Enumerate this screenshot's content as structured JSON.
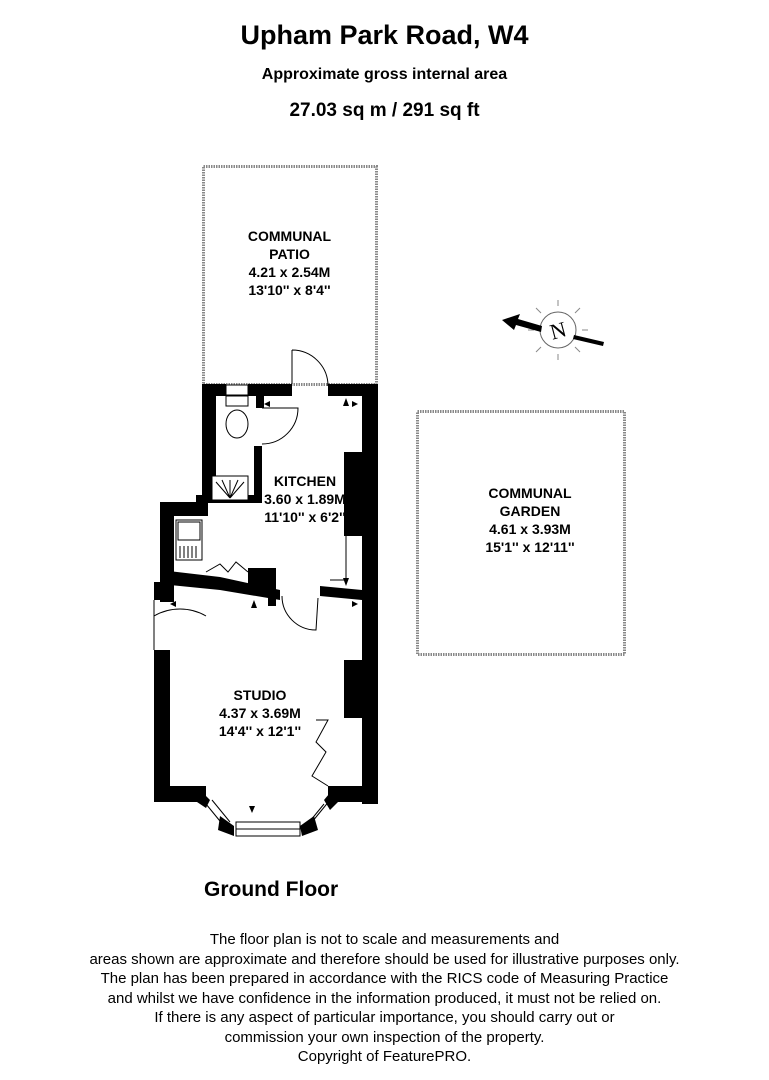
{
  "header": {
    "title": "Upham Park Road, W4",
    "subtitle": "Approximate gross internal area",
    "area": "27.03 sq m / 291 sq ft"
  },
  "rooms": [
    {
      "name": "COMMUNAL",
      "name2": "PATIO",
      "metric": "4.21 x 2.54M",
      "imperial": "13'10'' x 8'4''"
    },
    {
      "name": "KITCHEN",
      "metric": "3.60 x 1.89M",
      "imperial": "11'10'' x 6'2''"
    },
    {
      "name": "STUDIO",
      "metric": "4.37 x 3.69M",
      "imperial": "14'4'' x 12'1''"
    },
    {
      "name": "COMMUNAL",
      "name2": "GARDEN",
      "metric": "4.61 x 3.93M",
      "imperial": "15'1'' x 12'11''"
    }
  ],
  "compass": {
    "icon": "north-arrow-icon",
    "letter": "N"
  },
  "floor_label": "Ground Floor",
  "disclaimer": [
    "The floor plan is not to scale and measurements and",
    "areas shown are approximate and therefore should be used for illustrative purposes only.",
    "The plan has been prepared in accordance with the RICS code of Measuring Practice",
    "and whilst we have confidence in the information produced, it must  not be relied on.",
    "If there is any aspect of particular importance, you should carry out or",
    "commission your own inspection of the property.",
    "Copyright of FeaturePRO."
  ],
  "colors": {
    "wall": "#000000",
    "outdoor_border": "#888888",
    "background": "#ffffff"
  }
}
